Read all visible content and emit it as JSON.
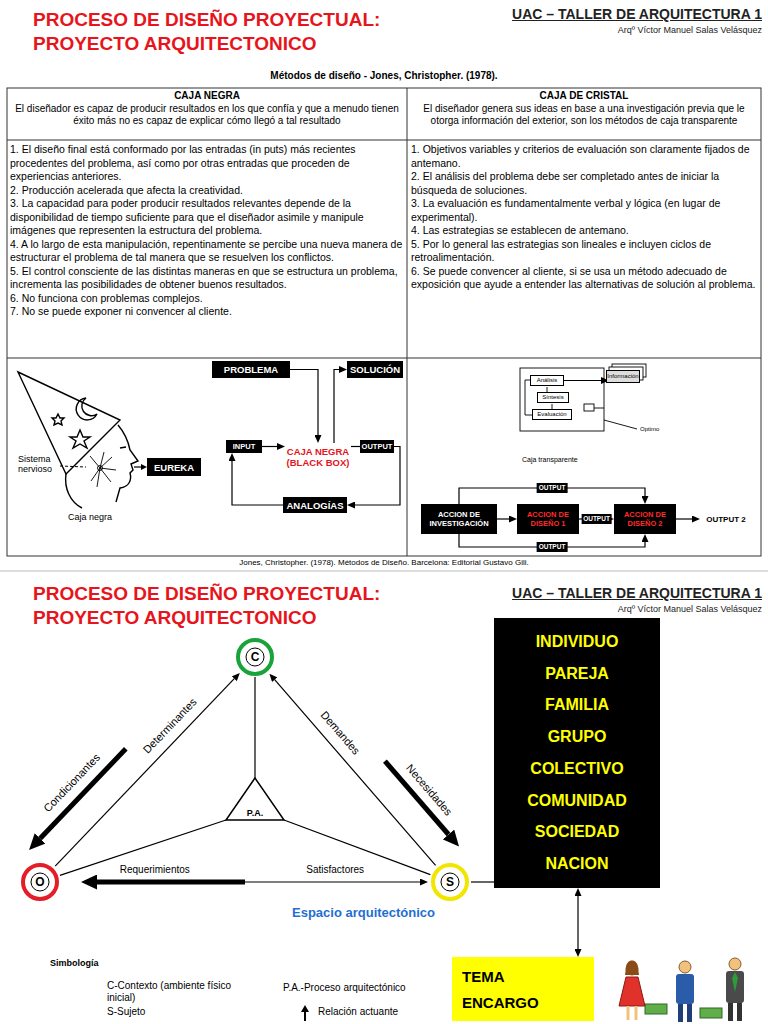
{
  "diagram": {
    "title": "PROCESO DE DISEÑO PROYECTUAL: PROYECTO ARQUITECTONICO",
    "caption": "Jones, Christopher. (1978). Métodos de Diseño. Barcelona: Editorial Gustavo Gili.",
    "nodes": [
      {
        "text": [
          "PROBLEMA"
        ]
      },
      {
        "text": [
          "SOLUCIÓN"
        ]
      },
      {
        "text": [
          "Análisis"
        ]
      },
      {
        "text": [
          "Información"
        ]
      },
      {
        "text": [
          "Síntesis"
        ]
      },
      {
        "text": [
          "Evaluación"
        ]
      },
      {
        "text": [
          "INPUT"
        ]
      },
      {
        "text": [
          "CAJA NEGRA (BLACK BOX)"
        ]
      },
      {
        "text": [
          "OUTPUT"
        ]
      },
      {
        "text": [
          "EUREKA"
        ]
      },
      {
        "text": [
          "ANALOGÍAS"
        ]
      },
      {
        "text": [
          "ACCION DE INVESTIGACIÓN"
        ]
      },
      {
        "text": [
          "ACCION DE DISEÑO 1"
        ]
      },
      {
        "text": [
          "ACCION DE DISEÑO 2"
        ]
      },
      {
        "text": [
          "OUTPUT 2"
        ]
      },
      {
        "text": [
          "C"
        ]
      },
      {
        "text": [
          "INDIVIDUO",
          "PAREJA",
          "FAMILIA",
          "GRUPO",
          "COLECTIVO",
          "COMUNIDAD",
          "SOCIEDAD",
          "NACION"
        ]
      },
      {
        "text": [
          "P.A."
        ]
      },
      {
        "text": [
          "O"
        ]
      },
      {
        "text": [
          "S"
        ]
      },
      {
        "text": [
          "TEMA",
          "ENCARGO"
        ]
      }
    ],
    "edges": [
      {
        "from": 0,
        "to": 7,
        "arrow": "to"
      },
      {
        "from": 7,
        "to": 1,
        "arrow": "to"
      },
      {
        "from": 6,
        "to": 7,
        "arrow": "to"
      },
      {
        "from": 7,
        "to": 8,
        "arrow": "none"
      },
      {
        "from": 8,
        "to": 10,
        "arrow": "to"
      },
      {
        "from": 10,
        "to": 6,
        "arrow": "to"
      },
      {
        "from": 2,
        "to": 3,
        "arrow": "to"
      },
      {
        "from": 11,
        "to": 12,
        "arrow": "to"
      },
      {
        "from": 12,
        "to": 13,
        "label": "OUTPUT",
        "arrow": "to"
      },
      {
        "from": 11,
        "to": 13,
        "label": "OUTPUT",
        "arrow": "to"
      },
      {
        "from": 11,
        "to": 13,
        "label": "OUTPUT",
        "arrow": "to"
      },
      {
        "from": 13,
        "to": 14,
        "arrow": "to"
      },
      {
        "from": 18,
        "to": 15,
        "label": "Determinantes",
        "arrow": "to"
      },
      {
        "from": 15,
        "to": 18,
        "label": "Condicionantes",
        "arrow": "to"
      },
      {
        "from": 19,
        "to": 15,
        "label": "Demandes",
        "arrow": "to"
      },
      {
        "from": 15,
        "to": 19,
        "label": "Necesidades",
        "arrow": "to"
      },
      {
        "from": 19,
        "to": 18,
        "label": "Requerimientos",
        "arrow": "to"
      },
      {
        "from": 18,
        "to": 19,
        "label": "Satisfactores",
        "arrow": "to"
      },
      {
        "from": 15,
        "to": 17,
        "arrow": "none"
      },
      {
        "from": 17,
        "to": 18,
        "arrow": "none"
      },
      {
        "from": 17,
        "to": 19,
        "arrow": "none"
      },
      {
        "from": 19,
        "to": 16,
        "arrow": "none"
      },
      {
        "from": 16,
        "to": 20,
        "arrow": "both"
      }
    ],
    "labels": [
      "UAC – TALLER DE ARQUITECTURA 1",
      "Arqº Víctor Manuel Salas Velásquez",
      "Métodos de diseño - Jones, Christopher. (1978).",
      "CAJA NEGRA",
      "El diseñador es capaz de producir resultados en los que confía y que a menudo tienen éxito más no es capaz de explicar cómo llegó a tal resultado",
      "CAJA DE CRISTAL",
      "El diseñador genera sus ideas en base a una investigación previa que le otorga información del exterior, son los métodos de caja transparente",
      "1. El diseño final está conformado por las entradas (in puts) más recientes procedentes del problema, así como por otras entradas que proceden de experiencias anteriores.",
      "2. Producción acelerada que afecta la creatividad.",
      "3. La capacidad para poder producir resultados relevantes depende de la disponibilidad de tiempo suficiente para que el diseñador asimile y manipule imágenes que representen la estructura del problema.",
      "4. A lo largo de esta manipulación, repentinamente se percibe una nueva manera de estructurar el problema de tal manera que se resuelven los conflictos.",
      "5. El control consciente de las distintas maneras en que se estructura un problema, incrementa las posibilidades de obtener buenos resultados.",
      "6. No funciona con problemas complejos.",
      "7. No se puede exponer ni convencer al cliente.",
      "1. Objetivos variables y criterios de evaluación son claramente fijados de antemano.",
      "2. El análisis del problema debe ser completado antes de iniciar la búsqueda de soluciones.",
      "3. La evaluación es fundamentalmente verbal y lógica (en lugar de experimental).",
      "4. Las estrategias se establecen de antemano.",
      "5. Por lo general las estrategias son lineales e incluyen ciclos de retroalimentación.",
      "6. Se puede convencer al cliente, si se usa un método adecuado de exposición que ayude a entender las alternativas de solución al problema.",
      "Sistema nervioso",
      "Caja negra",
      "Caja transparente",
      "Optimo",
      "PROCESO DE DISEÑO PROYECTUAL: PROYECTO ARQUITECTONICO",
      "UAC – TALLER DE ARQUITECTURA 1",
      "Arqº Víctor Manuel Salas Velásquez",
      "Espacio arquitectónico",
      "Simbología"
    ],
    "legend": [
      {
        "text": "C-Contexto (ambiente físico inicial)"
      },
      {
        "text": "S-Sujeto"
      },
      {
        "text": "P.A.-Proceso arquitectónico"
      },
      {
        "text": "Relación actuante"
      }
    ]
  }
}
